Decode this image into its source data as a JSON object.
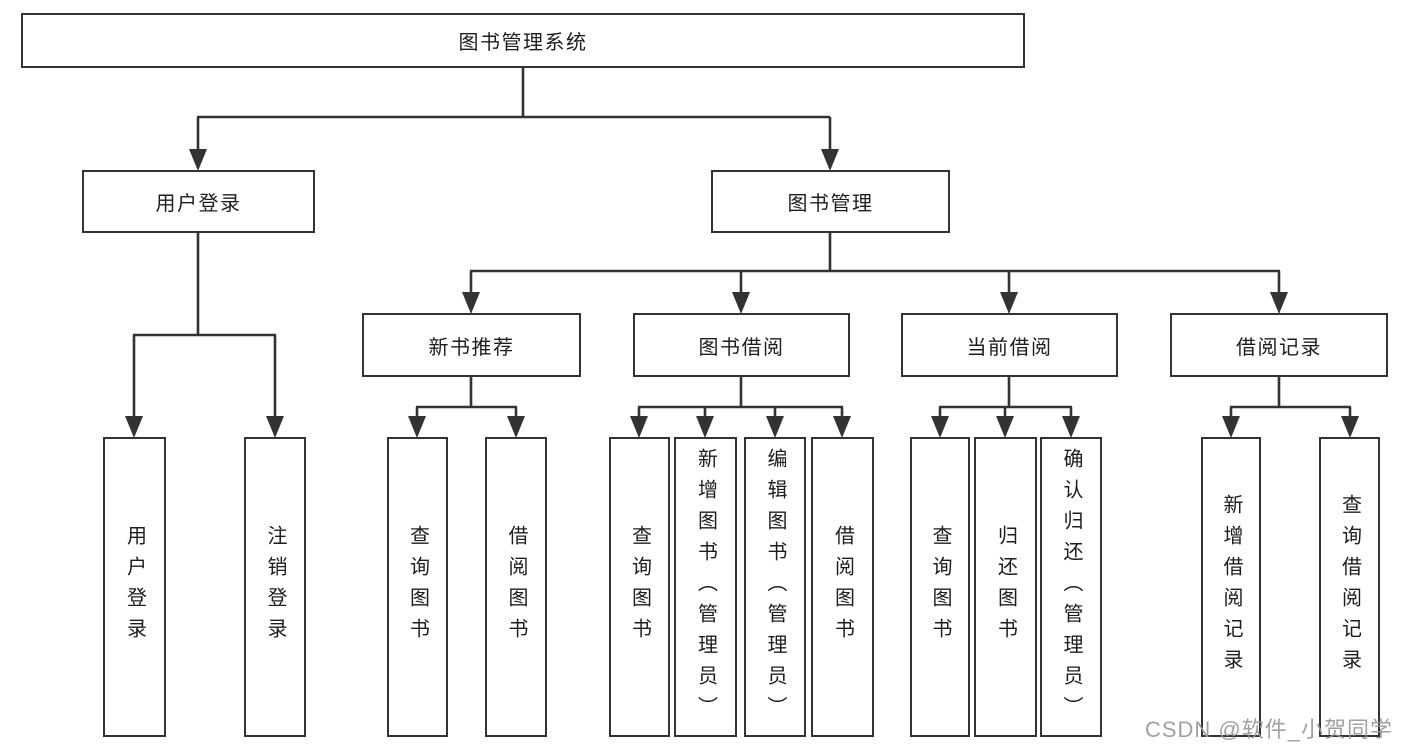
{
  "colors": {
    "line": "#333333",
    "border": "#333333",
    "text": "#1d1d1d",
    "watermark": "#9a9a9a",
    "background": "#ffffff"
  },
  "tree": {
    "root": {
      "label": "图书管理系统"
    },
    "branches": [
      {
        "label": "用户登录",
        "children": [
          {
            "label": "用户登录"
          },
          {
            "label": "注销登录"
          }
        ]
      },
      {
        "label": "图书管理",
        "children": [
          {
            "label": "新书推荐",
            "children": [
              {
                "label": "查询图书"
              },
              {
                "label": "借阅图书"
              }
            ]
          },
          {
            "label": "图书借阅",
            "children": [
              {
                "label": "查询图书"
              },
              {
                "label": "新增图书（管理员）"
              },
              {
                "label": "编辑图书（管理员）"
              },
              {
                "label": "借阅图书"
              }
            ]
          },
          {
            "label": "当前借阅",
            "children": [
              {
                "label": "查询图书"
              },
              {
                "label": "归还图书"
              },
              {
                "label": "确认归还（管理员）"
              }
            ]
          },
          {
            "label": "借阅记录",
            "children": [
              {
                "label": "新增借阅记录"
              },
              {
                "label": "查询借阅记录"
              }
            ]
          }
        ]
      }
    ]
  },
  "watermark": {
    "text": "CSDN @软件_小贺同学"
  }
}
